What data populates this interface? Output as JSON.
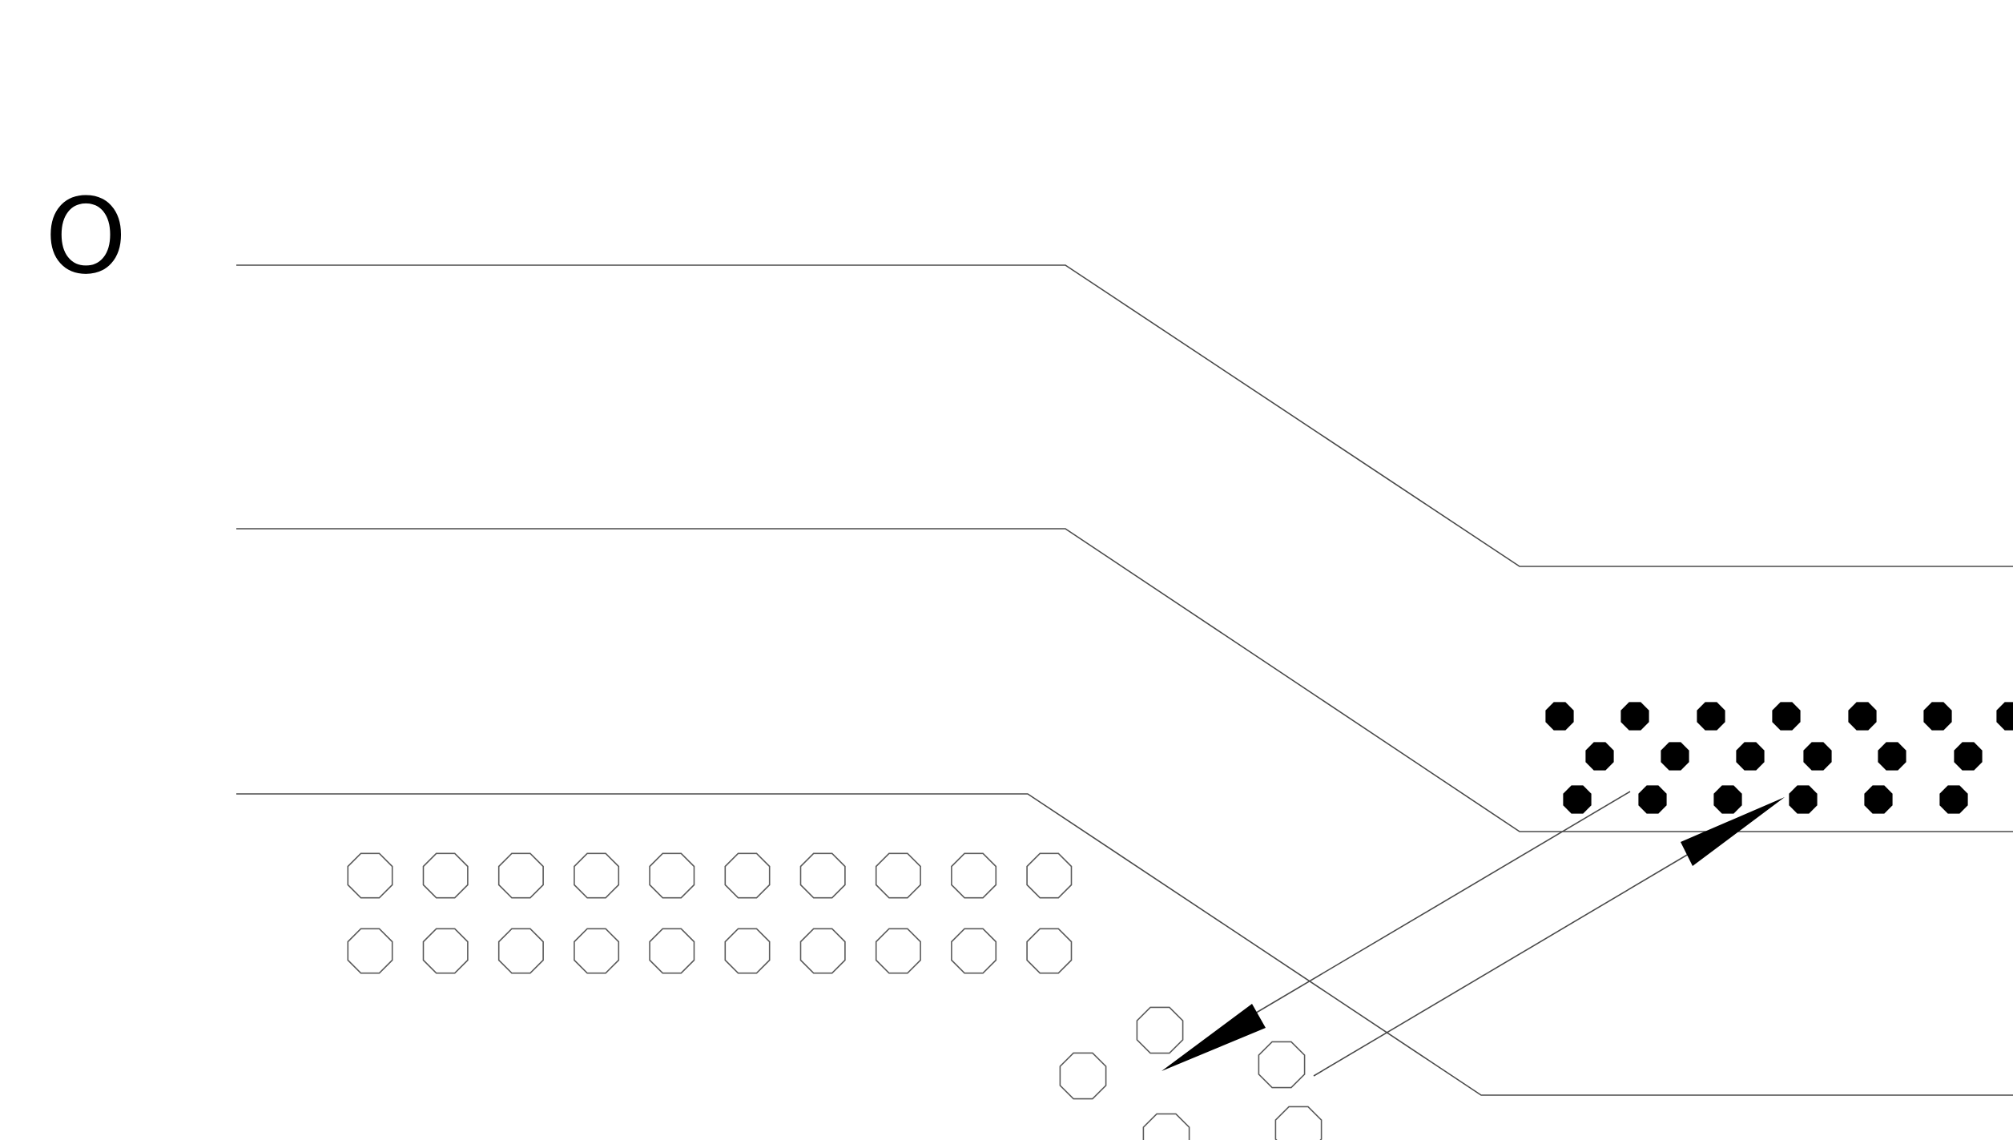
{
  "label": {
    "text": "O"
  },
  "colors": {
    "background": "#ffffff",
    "line": "#4a4a4a",
    "filled_particle": "#000000",
    "hollow_particle": "#5a5a5a",
    "arrow": "#000000"
  },
  "icons": {
    "layer_boundary": "stepped-line",
    "filled_particle": "filled-octagon",
    "hollow_particle": "hollow-octagon",
    "arrow": "arrowhead"
  }
}
